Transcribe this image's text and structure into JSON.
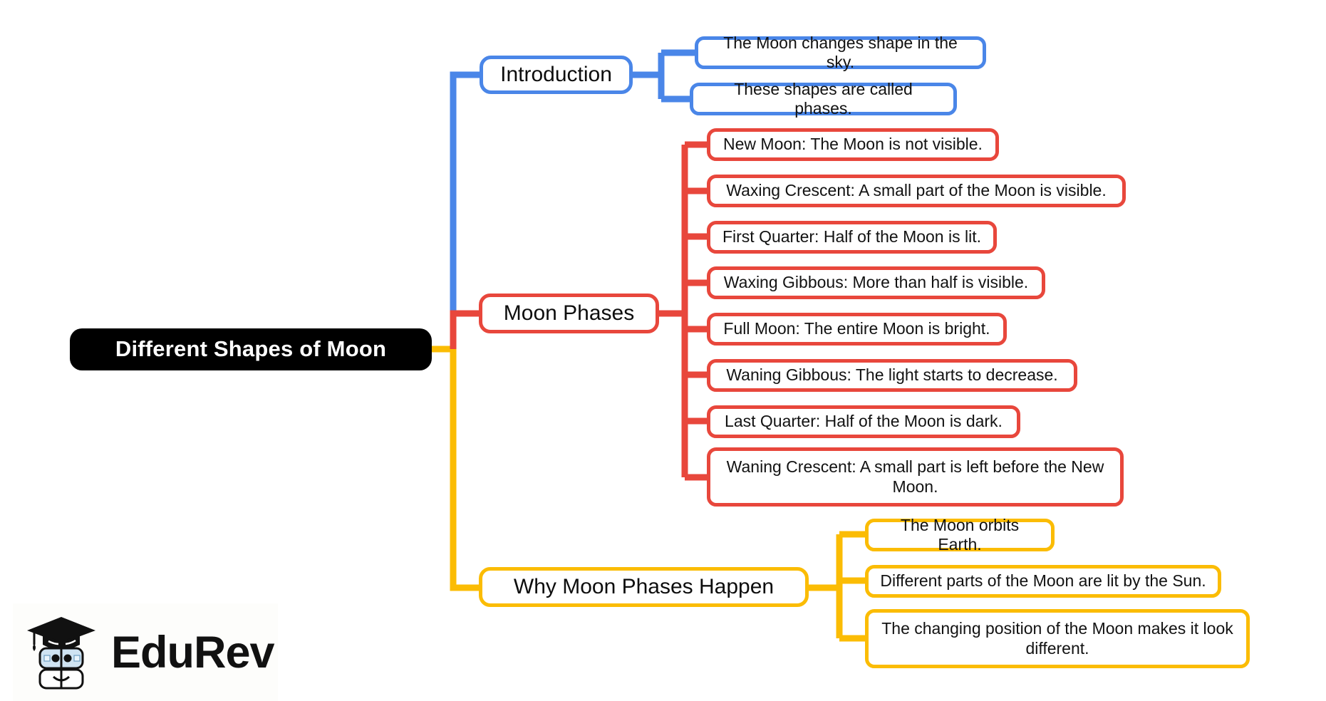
{
  "diagram": {
    "type": "mind-map",
    "title": "Different Shapes of Moon",
    "root": {
      "label": "Different Shapes of Moon",
      "color": "#000000",
      "text_color": "#ffffff"
    },
    "branches": [
      {
        "label": "Introduction",
        "color": "#4a86e8",
        "children": [
          "The Moon changes shape in the sky.",
          "These shapes are called phases."
        ]
      },
      {
        "label": "Moon Phases",
        "color": "#e8473c",
        "children": [
          "New Moon: The Moon is not visible.",
          "Waxing Crescent: A small part of the Moon is visible.",
          "First Quarter: Half of the Moon is lit.",
          "Waxing Gibbous: More than half is visible.",
          "Full Moon: The entire Moon is bright.",
          "Waning Gibbous: The light starts to decrease.",
          "Last Quarter: Half of the Moon is dark.",
          "Waning Crescent: A small part is left before the New Moon."
        ]
      },
      {
        "label": "Why Moon Phases Happen",
        "color": "#fbbc04",
        "children": [
          "The Moon orbits Earth.",
          "Different parts of the Moon are lit by the Sun.",
          "The changing position of the Moon makes it look different."
        ]
      }
    ]
  },
  "watermark": {
    "brand": "EduRev",
    "logo_icon": "graduation-cap-book-mascot-icon"
  }
}
